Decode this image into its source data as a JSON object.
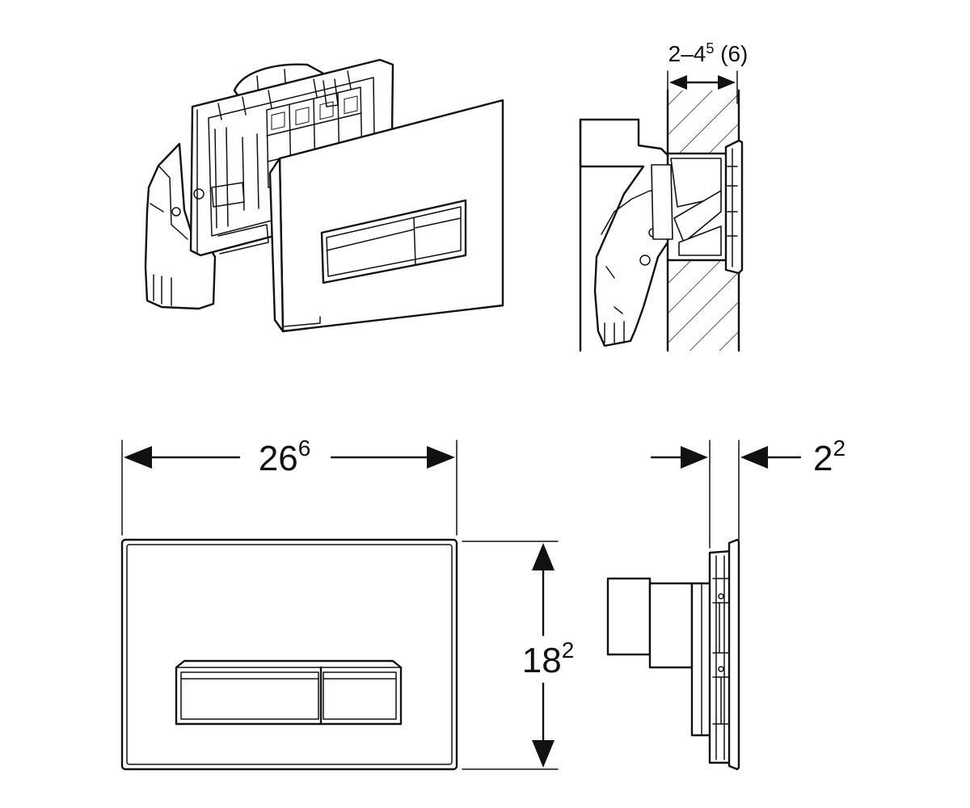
{
  "dimensions": {
    "width": {
      "value": "26",
      "exponent": "6"
    },
    "height": {
      "value": "18",
      "exponent": "2"
    },
    "plate_depth": {
      "value": "2",
      "exponent": "2"
    },
    "wall_thickness": {
      "value": "2–4",
      "exponent": "5",
      "suffix": " (6)"
    }
  }
}
